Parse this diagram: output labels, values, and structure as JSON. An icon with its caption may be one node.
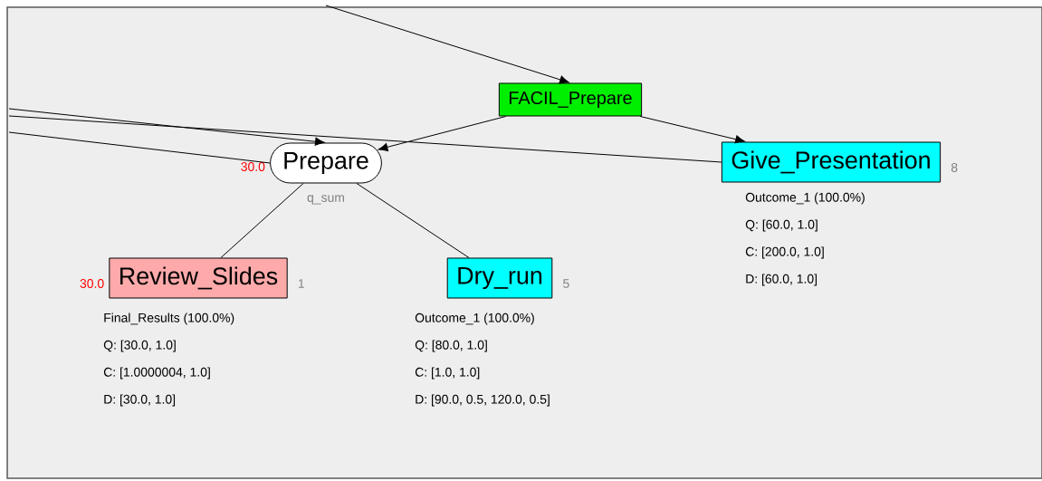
{
  "diagram": {
    "nodes": [
      {
        "text": [
          "Prepare"
        ],
        "beside": [
          "30.0",
          "q_sum"
        ]
      },
      {
        "text": [
          "Review_Slides"
        ],
        "beside": [
          "30.0",
          "1",
          "Final_Results (100.0%)",
          "Q: [30.0, 1.0]",
          "C: [1.0000004, 1.0]",
          "D: [30.0, 1.0]"
        ]
      },
      {
        "text": [
          "Dry_run"
        ],
        "beside": [
          "5",
          "Outcome_1 (100.0%)",
          "Q: [80.0, 1.0]",
          "C: [1.0, 1.0]",
          "D: [90.0, 0.5, 120.0, 0.5]"
        ]
      },
      {
        "text": [
          "FACIL_Prepare"
        ]
      },
      {
        "text": [
          "Give_Presentation"
        ],
        "beside": [
          "8",
          "Outcome_1 (100.0%)",
          "Q: [60.0, 1.0]",
          "C: [200.0, 1.0]",
          "D: [60.0, 1.0]"
        ]
      }
    ],
    "edges": [
      {
        "from": null,
        "to": 3,
        "arrow": "to"
      },
      {
        "from": null,
        "to": 0,
        "arrow": "to"
      },
      {
        "from": null,
        "to": 4,
        "arrow": "none"
      },
      {
        "from": null,
        "to": 0,
        "arrow": "none"
      },
      {
        "from": 3,
        "to": 0,
        "arrow": "to"
      },
      {
        "from": 3,
        "to": 4,
        "arrow": "to"
      },
      {
        "from": 0,
        "to": 1,
        "arrow": "none"
      },
      {
        "from": 0,
        "to": 2,
        "arrow": "none"
      }
    ]
  }
}
